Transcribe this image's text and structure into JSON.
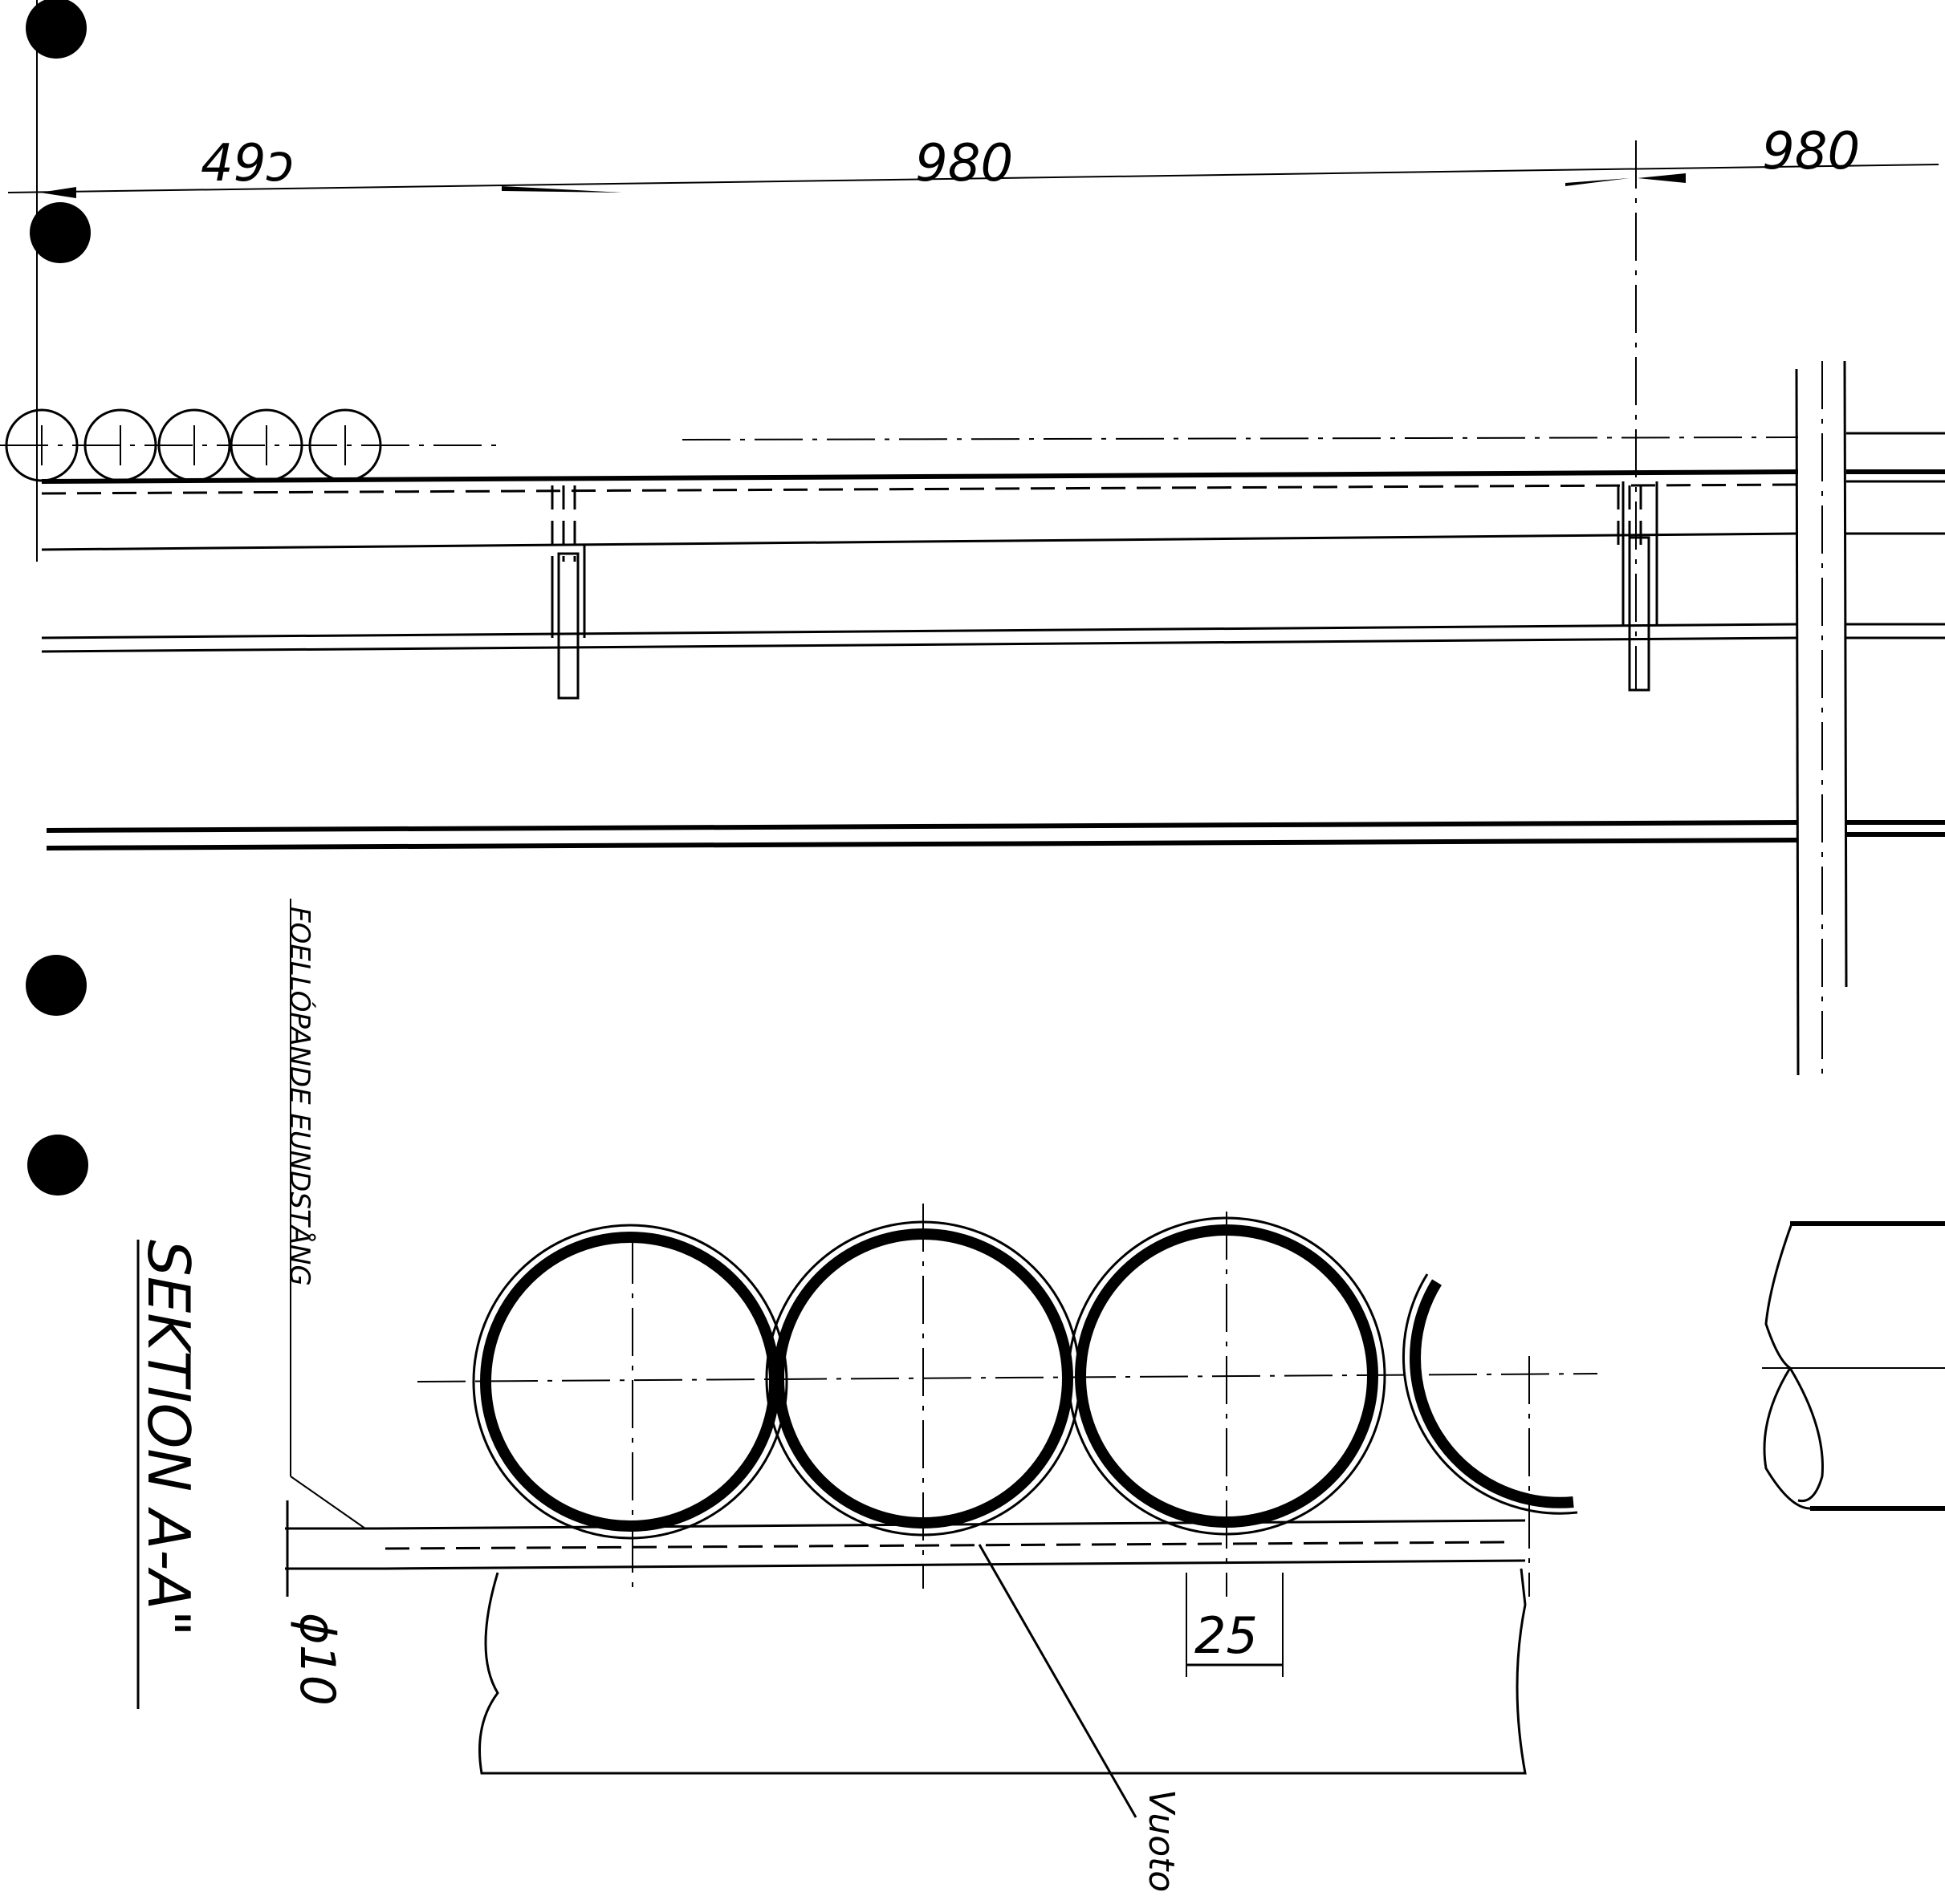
{
  "dimensions": {
    "left": "49ɔ",
    "middle": "980",
    "right": "980"
  },
  "labels": {
    "vertical_note": "FOELLÓPANDE EUNDSTÅNG",
    "section_title": "SEKTION A-A\"",
    "diameter": "ϕ10",
    "spacing": "25",
    "leader_note": "Vuoto"
  },
  "colors": {
    "ink": "#000000",
    "paper": "#ffffff"
  }
}
